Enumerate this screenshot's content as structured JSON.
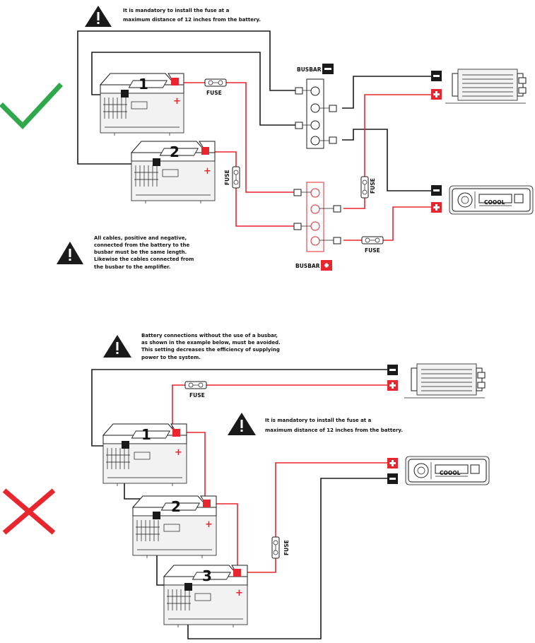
{
  "notes": {
    "fuse_distance_line1": "It is mandatory to install the fuse at a",
    "fuse_distance_line2": "maximum distance of 12 inches from the battery.",
    "cables_line1": "All cables, positive and negative,",
    "cables_line2": "connected from the battery to the",
    "cables_line3": "busbar must be the same length.",
    "cables_line4": "Likewise the cables connected from",
    "cables_line5": "the busbar to the amplifier.",
    "no_busbar_line1": "Battery connections without the use of a busbar,",
    "no_busbar_line2": "as shown in the example below, must be avoided.",
    "no_busbar_line3": "This setting decreases the efficiency of supplying",
    "no_busbar_line4": "power to the system."
  },
  "labels": {
    "busbar_negative": "BUSBAR",
    "busbar_positive": "BUSBAR",
    "fuse": "FUSE"
  },
  "batteries": {
    "top_1": "1",
    "top_2": "2",
    "bottom_1": "1",
    "bottom_2": "2",
    "bottom_3": "3"
  },
  "radio_display": "COOOL",
  "icons": {
    "correct": "check-mark-icon",
    "incorrect": "cross-mark-icon",
    "warning": "warning-triangle-icon",
    "positive": "plus-icon",
    "negative": "minus-icon"
  },
  "colors": {
    "correct": "#2ea84a",
    "incorrect": "#e8262d",
    "positive": "#e8262d",
    "negative": "#1a1a1a"
  }
}
